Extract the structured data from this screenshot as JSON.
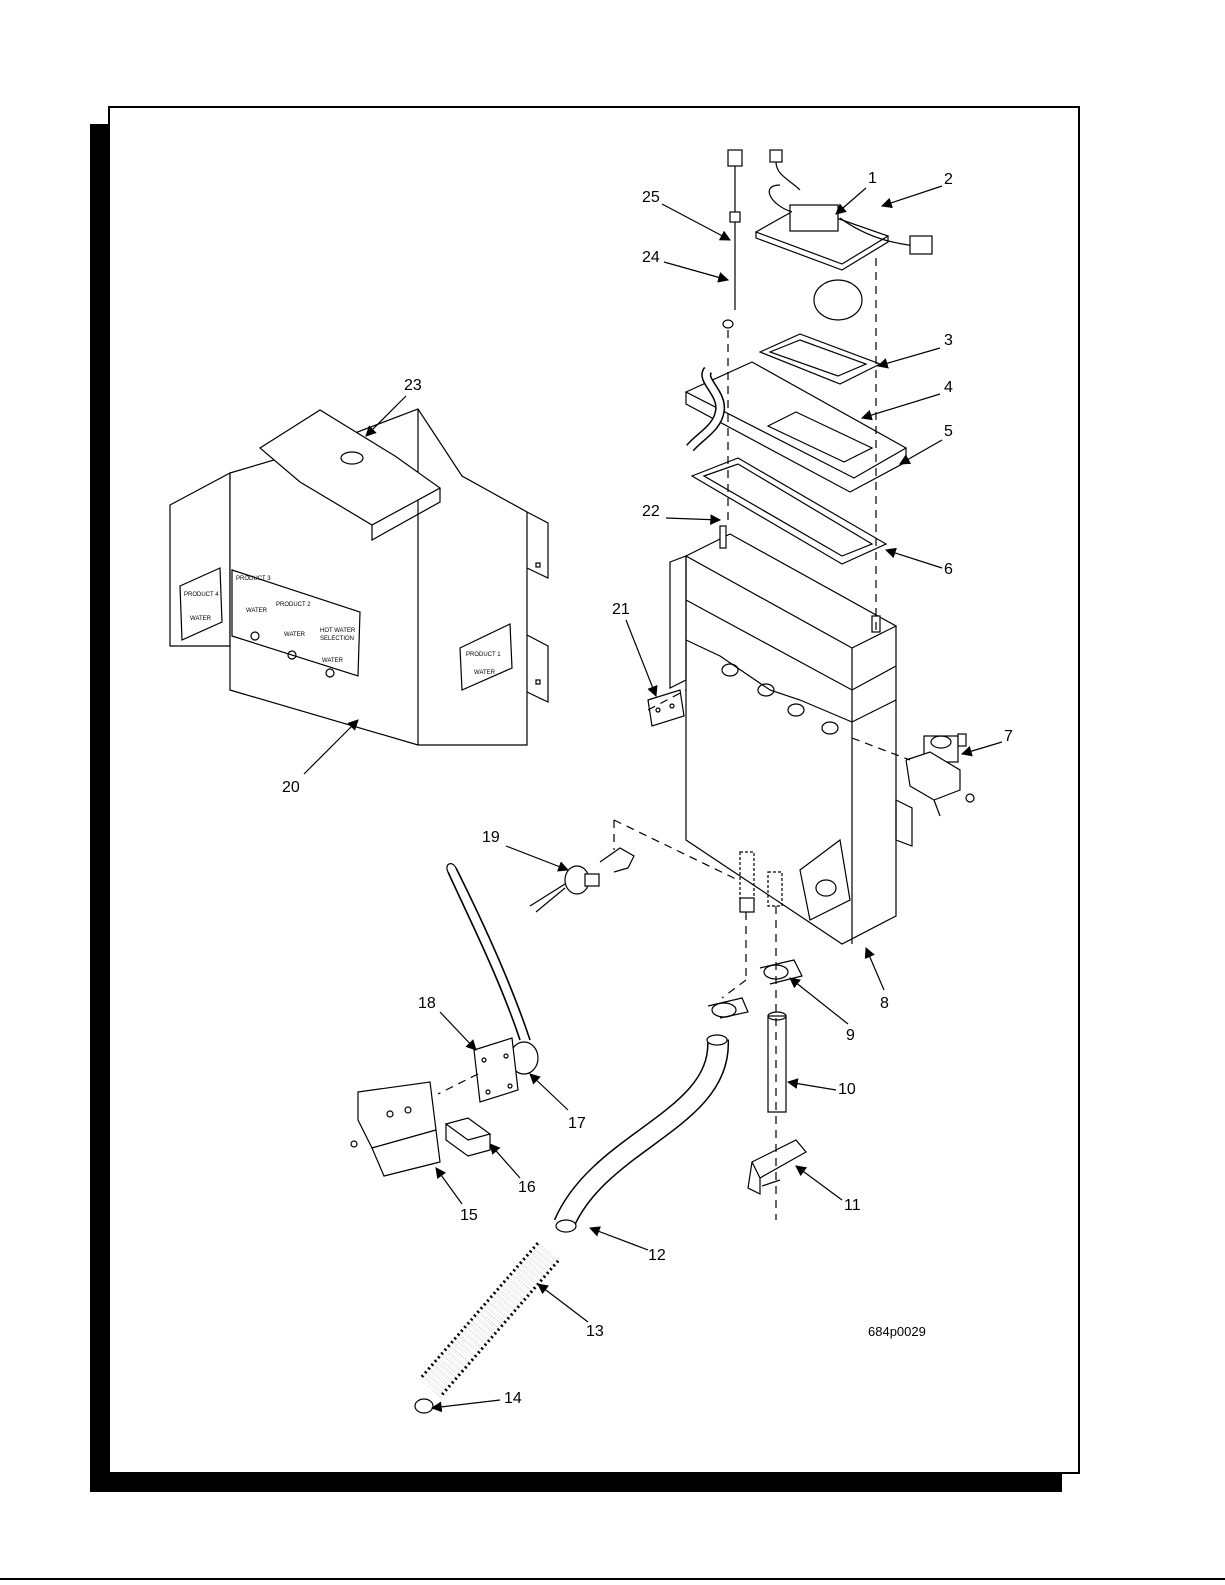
{
  "figure": {
    "id": "684p0029",
    "callouts": [
      "1",
      "2",
      "3",
      "4",
      "5",
      "6",
      "7",
      "8",
      "9",
      "10",
      "11",
      "12",
      "13",
      "14",
      "15",
      "16",
      "17",
      "18",
      "19",
      "20",
      "21",
      "22",
      "23",
      "24",
      "25"
    ]
  },
  "cover_labels": {
    "product_4": "PRODUCT 4",
    "product_3": "PRODUCT 3",
    "product_2": "PRODUCT 2",
    "hot_water": "HOT WATER",
    "selection": "SELECTION",
    "product_1": "PRODUCT 1",
    "water": "WATER"
  }
}
